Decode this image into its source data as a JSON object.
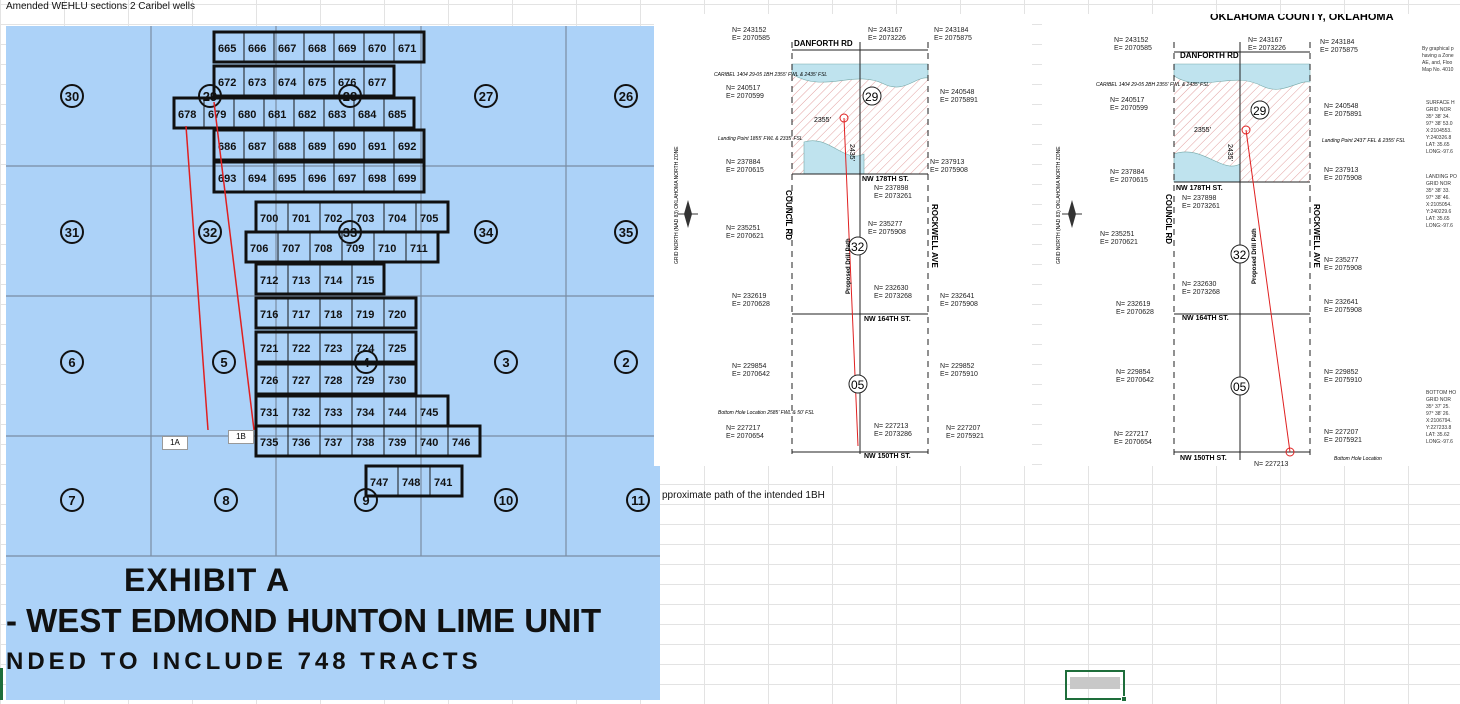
{
  "sheet": {
    "title_cell": "Amended WEHLU sections 2 Caribel wells",
    "caption_cell": "pproximate path of the intended 1BH"
  },
  "exhibit": {
    "heading": "EXHIBIT A",
    "line2": "- WEST EDMOND HUNTON LIME UNIT",
    "line3": "NDED TO INCLUDE 748 TRACTS",
    "sections": [
      "30",
      "29",
      "28",
      "27",
      "26",
      "31",
      "32",
      "33",
      "34",
      "35",
      "6",
      "5",
      "4",
      "3",
      "2",
      "7",
      "8",
      "9",
      "10",
      "11"
    ],
    "tract_rows": [
      [
        "665",
        "666",
        "667",
        "668",
        "669",
        "670",
        "671"
      ],
      [
        "672",
        "673",
        "674",
        "675",
        "676",
        "677"
      ],
      [
        "678",
        "679",
        "680",
        "681",
        "682",
        "683",
        "684",
        "685"
      ],
      [
        "686",
        "687",
        "688",
        "689",
        "690",
        "691",
        "692"
      ],
      [
        "693",
        "694",
        "695",
        "696",
        "697",
        "698",
        "699"
      ],
      [
        "700",
        "701",
        "702",
        "703",
        "704",
        "705"
      ],
      [
        "706",
        "707",
        "708",
        "709",
        "710",
        "711"
      ],
      [
        "712",
        "713",
        "714",
        "715"
      ],
      [
        "716",
        "717",
        "718",
        "719",
        "720"
      ],
      [
        "721",
        "722",
        "723",
        "724",
        "725"
      ],
      [
        "726",
        "727",
        "728",
        "729",
        "730"
      ],
      [
        "731",
        "732",
        "733",
        "734",
        "744",
        "745"
      ],
      [
        "735",
        "736",
        "737",
        "738",
        "739",
        "740",
        "746"
      ],
      [
        "747",
        "748",
        "741"
      ]
    ],
    "well_labels": {
      "a": "1A",
      "b": "1B"
    },
    "colors": {
      "map_bg": "#acd2f8",
      "well_path": "#e02020",
      "outline": "#111111"
    }
  },
  "plat1": {
    "road_top": "DANFORTH RD",
    "road_left": "COUNCIL RD",
    "road_right": "ROCKWELL AVE",
    "road_178": "NW 178TH ST.",
    "road_164": "NW 164TH ST.",
    "road_150": "NW 150TH ST.",
    "grid_note": "GRID NORTH (NAD 83) OKLAHOMA NORTH ZONE",
    "well_note": "CARIBEL 1404 29-05 1BH 2355' FWL & 2435' FSL",
    "landing": "Landing Point 1855' FWL & 2335' FSL",
    "bottom": "Bottom Hole Location 2585' FWL & 50' FSL",
    "path_label": "Proposed Drill Path",
    "dim_2355": "2355'",
    "dim_2435": "2435'",
    "sections": [
      "29",
      "32",
      "05"
    ],
    "coords": [
      {
        "n": "N= 243152",
        "e": "E= 2070585"
      },
      {
        "n": "N= 243167",
        "e": "E= 2073226"
      },
      {
        "n": "N= 243184",
        "e": "E= 2075875"
      },
      {
        "n": "N= 240517",
        "e": "E= 2070599"
      },
      {
        "n": "N= 240548",
        "e": "E= 2075891"
      },
      {
        "n": "N= 237884",
        "e": "E= 2070615"
      },
      {
        "n": "N= 237898",
        "e": "E= 2073261"
      },
      {
        "n": "N= 237913",
        "e": "E= 2075908"
      },
      {
        "n": "N= 235251",
        "e": "E= 2070621"
      },
      {
        "n": "N= 235277",
        "e": "E= 2075908"
      },
      {
        "n": "N= 232619",
        "e": "E= 2070628"
      },
      {
        "n": "N= 232630",
        "e": "E= 2073268"
      },
      {
        "n": "N= 232641",
        "e": "E= 2075908"
      },
      {
        "n": "N= 229854",
        "e": "E= 2070642"
      },
      {
        "n": "N= 229852",
        "e": "E= 2075910"
      },
      {
        "n": "N= 227217",
        "e": "E= 2070654"
      },
      {
        "n": "N= 227213",
        "e": "E= 2073286"
      },
      {
        "n": "N= 227207",
        "e": "E= 2075921"
      }
    ]
  },
  "plat2": {
    "header": "OKLAHOMA COUNTY, OKLAHOMA",
    "road_top": "DANFORTH RD",
    "road_left": "COUNCIL RD",
    "road_right": "ROCKWELL AVE",
    "road_178": "NW 178TH ST.",
    "road_164": "NW 164TH ST.",
    "road_150": "NW 150TH ST.",
    "grid_note": "GRID NORTH (NAD 83) OKLAHOMA NORTH ZONE",
    "well_note": "CARIBEL 1404 29-05 2BH 2355' FWL & 2435' FSL",
    "landing": "Landing Point 2437' FEL & 2355' FSL",
    "bottom": "Bottom Hole Location",
    "path_label": "Proposed Drill Path",
    "dim_2355": "2355'",
    "dim_2435": "2435'",
    "sections": [
      "29",
      "32",
      "05"
    ],
    "side_notes": [
      "By graphical p",
      "having a Zone",
      "AE, and, Floo",
      "Map No. 4010",
      "SURFACE H",
      "GRID NOR",
      "35° 38' 34.",
      "97° 38' 53.0",
      "X:2104553.",
      "Y:240326.8",
      "LAT: 35.65",
      "LONG:-97.6",
      "LANDING PO",
      "GRID NOR",
      "35° 38' 33.",
      "97° 38' 46.",
      "X:2105054.",
      "Y:240229.6",
      "LAT: 35.65",
      "LONG:-97.6",
      "BOTTOM HO",
      "GRID NOR",
      "35° 37' 25.",
      "97° 38' 26.",
      "X:2106794.",
      "Y:227233.8",
      "LAT: 35.62",
      "LONG:-97.6"
    ],
    "coords": [
      {
        "n": "N= 243152",
        "e": "E= 2070585"
      },
      {
        "n": "N= 243167",
        "e": "E= 2073226"
      },
      {
        "n": "N= 243184",
        "e": "E= 2075875"
      },
      {
        "n": "N= 240517",
        "e": "E= 2070599"
      },
      {
        "n": "N= 240548",
        "e": "E= 2075891"
      },
      {
        "n": "N= 237884",
        "e": "E= 2070615"
      },
      {
        "n": "N= 237898",
        "e": "E= 2073261"
      },
      {
        "n": "N= 237913",
        "e": "E= 2075908"
      },
      {
        "n": "N= 235251",
        "e": "E= 2070621"
      },
      {
        "n": "N= 235277",
        "e": "E= 2075908"
      },
      {
        "n": "N= 232619",
        "e": "E= 2070628"
      },
      {
        "n": "N= 232630",
        "e": "E= 2073268"
      },
      {
        "n": "N= 232641",
        "e": "E= 2075908"
      },
      {
        "n": "N= 229854",
        "e": "E= 2070642"
      },
      {
        "n": "N= 229852",
        "e": "E= 2075910"
      },
      {
        "n": "N= 227217",
        "e": "E= 2070654"
      },
      {
        "n": "N= 227213",
        "e": ""
      },
      {
        "n": "N= 227207",
        "e": "E= 2075921"
      }
    ]
  }
}
